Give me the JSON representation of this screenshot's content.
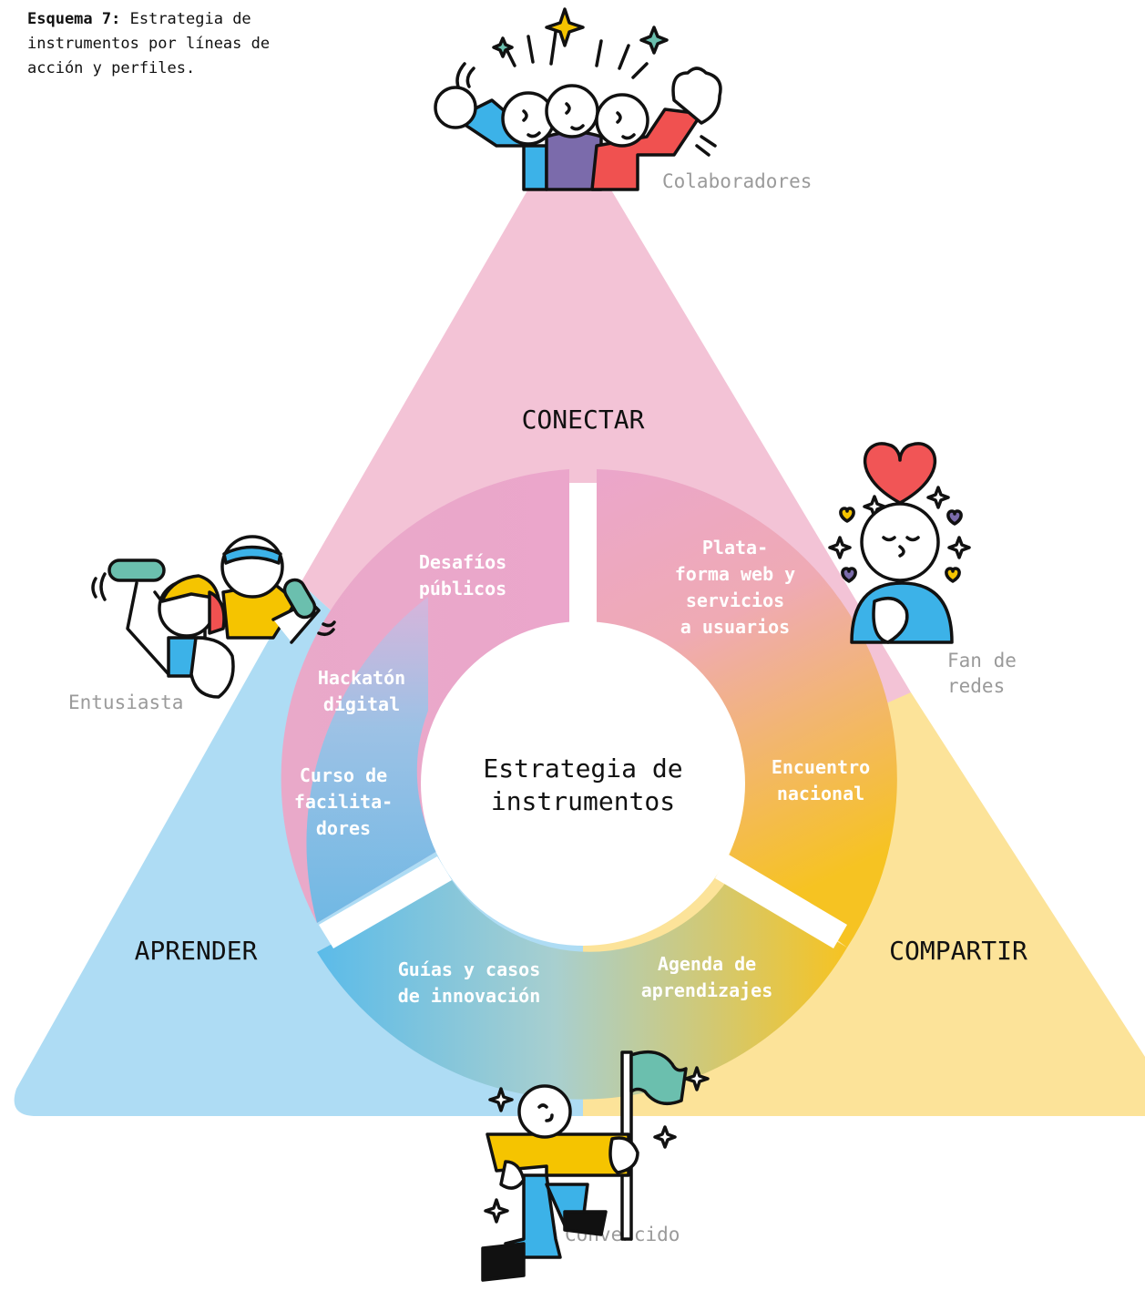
{
  "caption": {
    "label": "Esquema 7:",
    "text": "Estrategia de instrumentos por líneas de acción y perfiles."
  },
  "center": {
    "line1": "Estrategia de",
    "line2": "instrumentos"
  },
  "action_lines": {
    "conectar": "CONECTAR",
    "aprender": "APRENDER",
    "compartir": "COMPARTIR"
  },
  "instruments": {
    "desafios": [
      "Desafíos",
      "públicos"
    ],
    "plataforma": [
      "Plata-",
      "forma web y",
      "servicios",
      "a usuarios"
    ],
    "hackaton": [
      "Hackatón",
      "digital"
    ],
    "curso": [
      "Curso de",
      "facilita-",
      "dores"
    ],
    "encuentro": [
      "Encuentro",
      "nacional"
    ],
    "guias": [
      "Guías y casos",
      "de innovación"
    ],
    "agenda": [
      "Agenda de",
      "aprendizajes"
    ]
  },
  "profiles": {
    "colaboradores": "Colaboradores",
    "entusiasta": "Entusiasta",
    "fan": [
      "Fan de",
      "redes"
    ],
    "convencido": "Convencido"
  },
  "colors": {
    "pink": "#f3c3d6",
    "blue": "#aedcf4",
    "yellow": "#fce399",
    "ring_pink": "#eba6cb",
    "ring_blue": "#5bbbe9",
    "ring_yellow": "#f6c322",
    "person_blue": "#3cb2e8",
    "person_purple": "#7b6bab",
    "person_red": "#f05150",
    "person_yellow": "#f5c400",
    "person_teal": "#6bbfae",
    "heart": "#f15556"
  }
}
